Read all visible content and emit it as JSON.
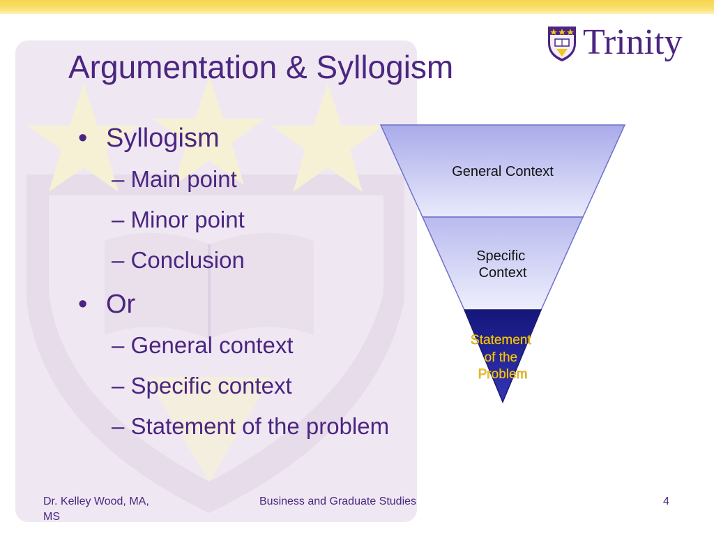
{
  "slide": {
    "title": "Argumentation & Syllogism",
    "bullet_symbol": "•",
    "dash_symbol": "–",
    "bullets": [
      {
        "label": "Syllogism",
        "sub": [
          "Main point",
          "Minor point",
          "Conclusion"
        ]
      },
      {
        "label": "Or",
        "sub": [
          "General context",
          "Specific context",
          "Statement of the problem"
        ]
      }
    ]
  },
  "logo": {
    "name": "Trinity"
  },
  "diagram": {
    "levels": [
      {
        "lines": [
          "General Context"
        ]
      },
      {
        "lines": [
          "Specific",
          "Context"
        ]
      },
      {
        "lines": [
          "Statement",
          "of the",
          "Problem"
        ]
      }
    ]
  },
  "footer": {
    "author_line1": "Dr. Kelley Wood, MA,",
    "author_line2": "MS",
    "center": "Business and Graduate Studies",
    "page_number": "4"
  },
  "colors": {
    "title": "#4b2580",
    "top_bar": "#f7d44c",
    "pyramid_light": "#c8c9f2",
    "pyramid_dark": "#1e1f8c",
    "highlight_text": "#f5c518"
  }
}
